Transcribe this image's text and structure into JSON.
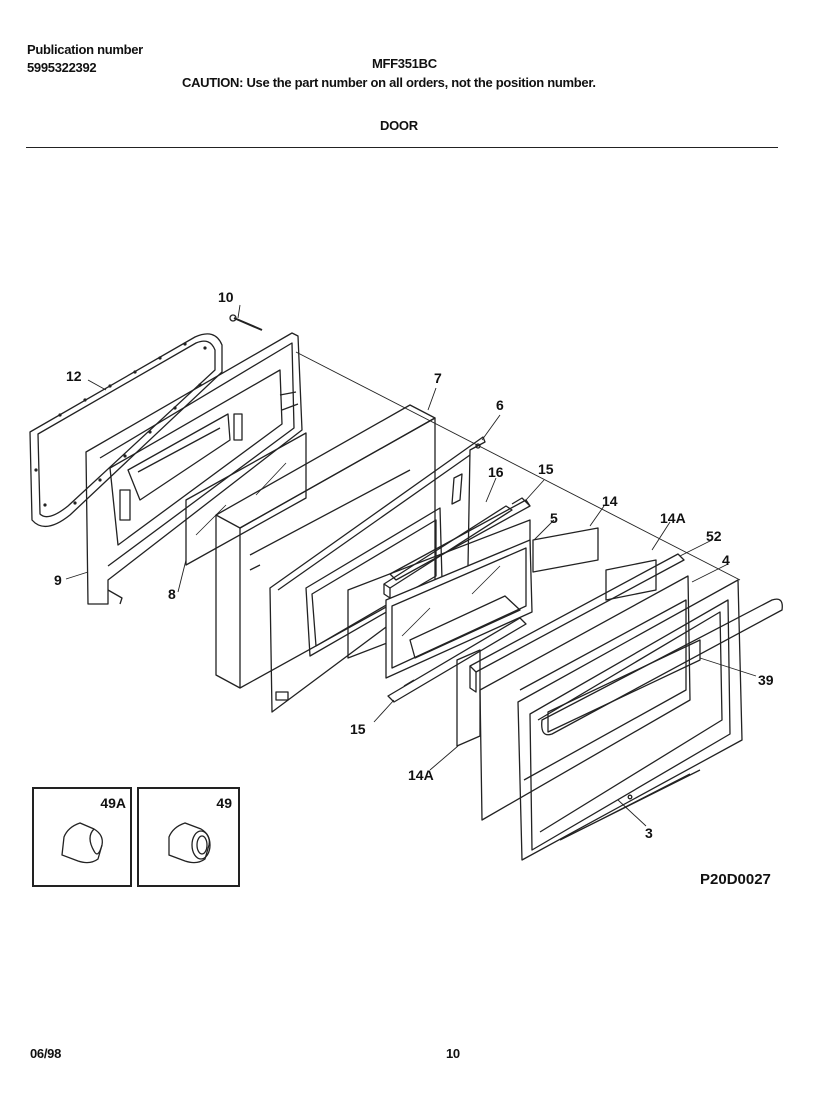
{
  "header": {
    "publication_label": "Publication number",
    "publication_number": "5995322392",
    "model": "MFF351BC",
    "caution": "CAUTION:  Use the part number on all orders, not the position number.",
    "section": "DOOR"
  },
  "callouts": {
    "c10": "10",
    "c12": "12",
    "c9": "9",
    "c8": "8",
    "c7": "7",
    "c6": "6",
    "c16": "16",
    "c15_top": "15",
    "c5": "5",
    "c14": "14",
    "c14A_top": "14A",
    "c52": "52",
    "c4": "4",
    "c39": "39",
    "c15_bottom": "15",
    "c14A_bottom": "14A",
    "c3": "3"
  },
  "insets": [
    {
      "label": "49A",
      "icon": "knob-flat-icon"
    },
    {
      "label": "49",
      "icon": "knob-round-icon"
    }
  ],
  "figure_id": "P20D0027",
  "footer": {
    "date": "06/98",
    "page": "10"
  }
}
